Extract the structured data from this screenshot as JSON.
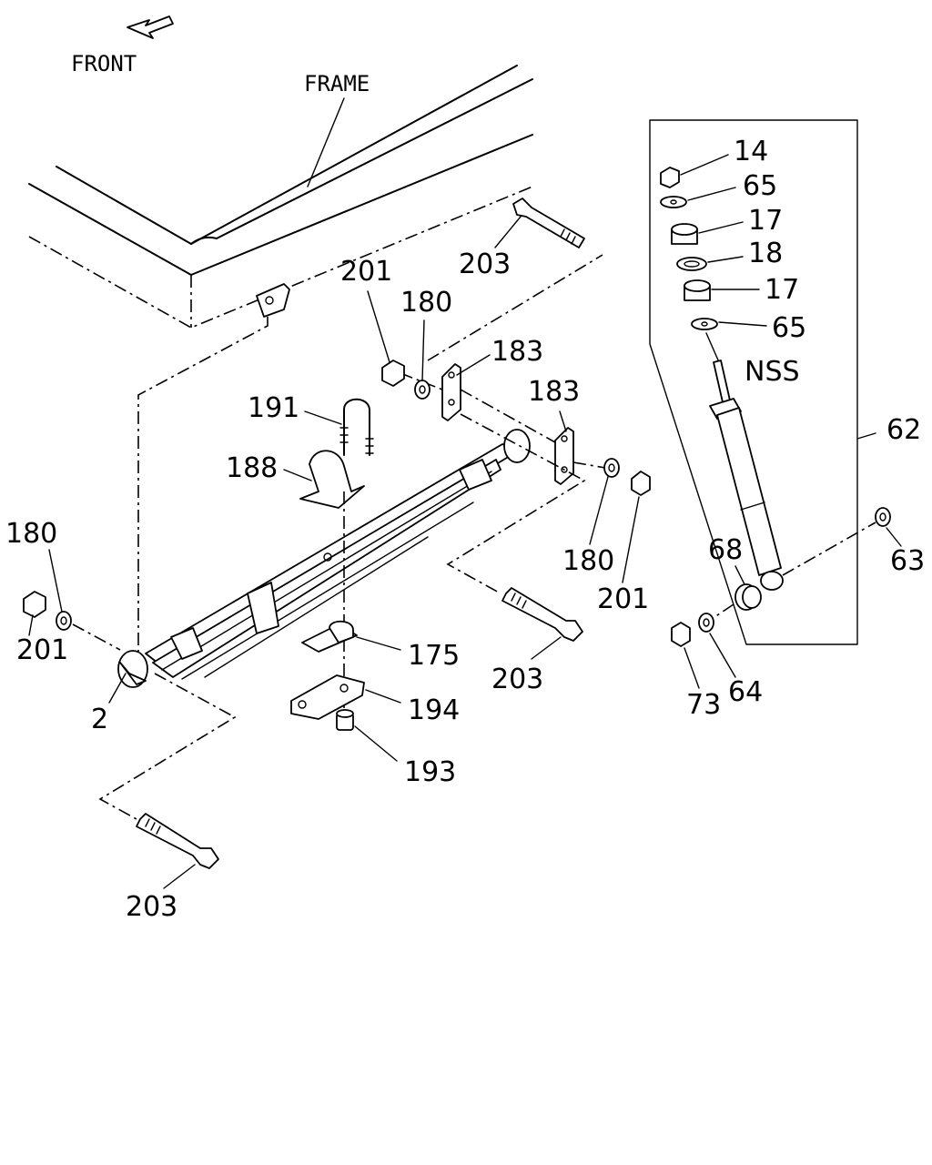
{
  "front_label": "FRONT",
  "frame_label": "FRAME",
  "callouts": {
    "c14": "14",
    "c65_top": "65",
    "c17_top": "17",
    "c18": "18",
    "c17_bottom": "17",
    "c65_bottom": "65",
    "nss": "NSS",
    "c62": "62",
    "c63": "63",
    "c68": "68",
    "c64": "64",
    "c73": "73",
    "c203_top": "203",
    "c201_top": "201",
    "c180_top": "180",
    "c183_left": "183",
    "c183_right": "183",
    "c191": "191",
    "c188": "188",
    "c180_left": "180",
    "c201_left": "201",
    "c2": "2",
    "c180_right": "180",
    "c201_right": "201",
    "c203_mid": "203",
    "c175": "175",
    "c194": "194",
    "c193": "193",
    "c203_bottom": "203"
  }
}
